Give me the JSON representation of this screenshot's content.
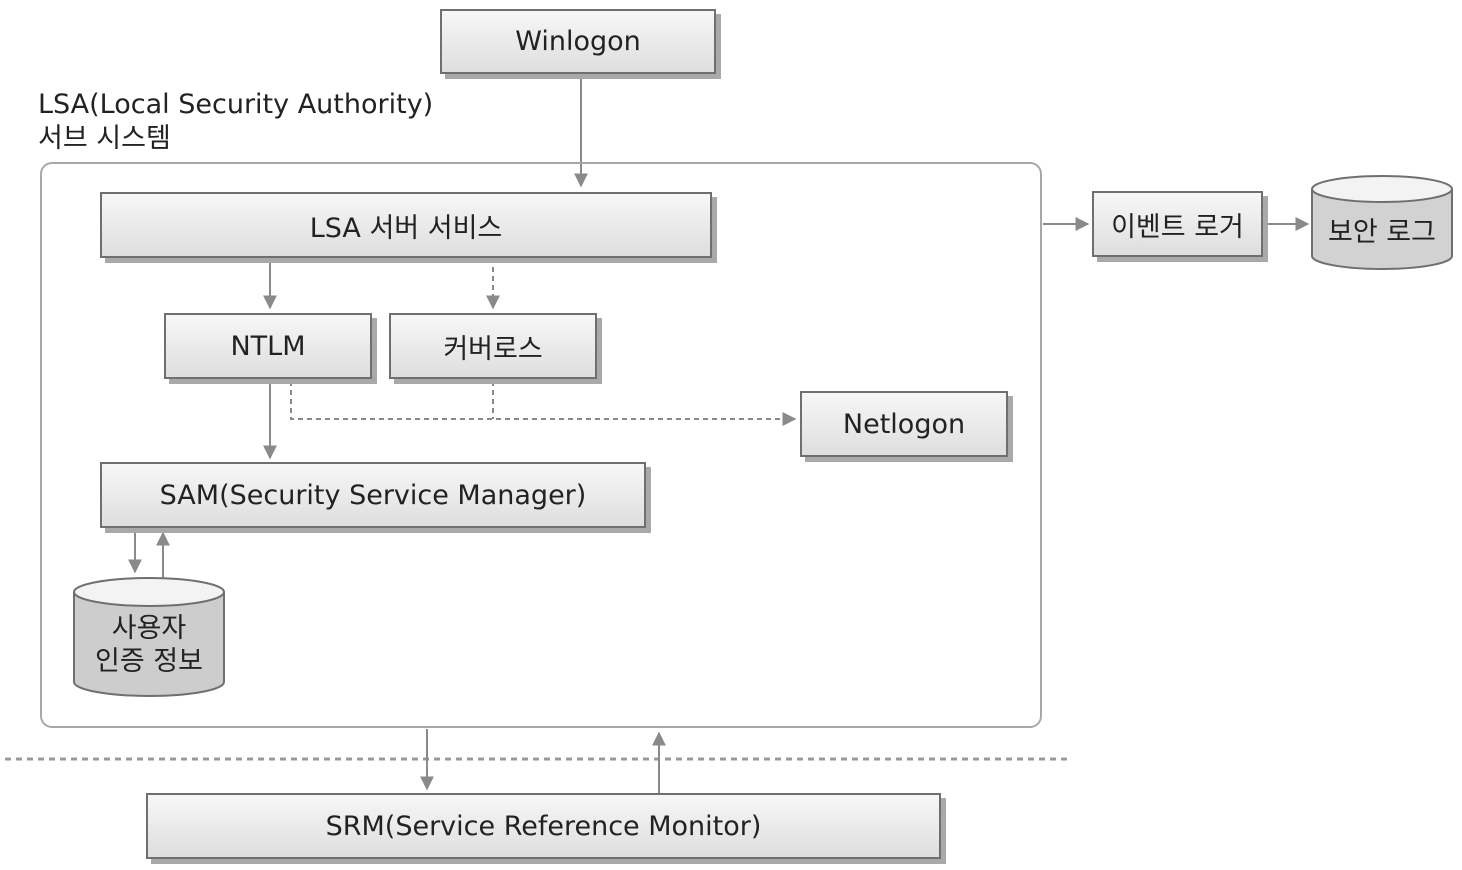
{
  "subsystem": {
    "title_line1": "LSA(Local Security Authority)",
    "title_line2": "서브 시스템"
  },
  "nodes": {
    "winlogon": "Winlogon",
    "lsa_server": "LSA 서버 서비스",
    "ntlm": "NTLM",
    "kerberos": "커버로스",
    "netlogon": "Netlogon",
    "sam": "SAM(Security Service Manager)",
    "user_auth_line1": "사용자",
    "user_auth_line2": "인증 정보",
    "event_logger": "이벤트 로거",
    "security_log": "보안 로그",
    "srm": "SRM(Service Reference Monitor)"
  },
  "colors": {
    "line": "#8a8a8a",
    "box_border": "#6f6f6f",
    "box_fill_top": "#f7f7f7",
    "box_fill_bottom": "#dedede"
  }
}
